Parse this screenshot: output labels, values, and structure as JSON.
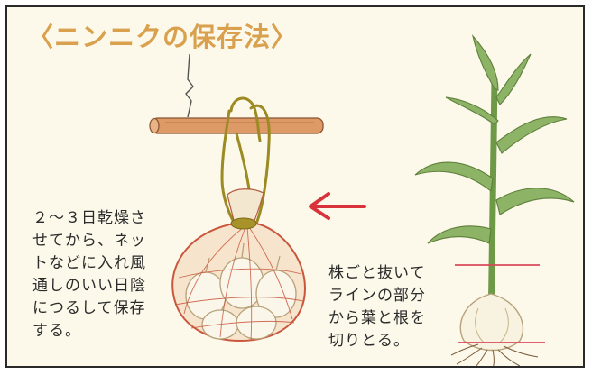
{
  "title": "〈ニンニクの保存法〉",
  "left_note": {
    "lines": [
      "２～３日乾燥さ",
      "せてから、ネッ",
      "トなどに入れ風",
      "通しのいい日陰",
      "につるして保存",
      "する。"
    ]
  },
  "right_note": {
    "lines": [
      "株ごと抜いて",
      "ラインの部分",
      "から葉と根を",
      "切りとる。"
    ]
  },
  "colors": {
    "title": "#d9a04e",
    "arrow": "#d8333a",
    "cut_line": "#d94a5a",
    "leaf": "#6e9a48",
    "pole": "#d99462",
    "string": "#9c8a22",
    "net": "#c9573d"
  },
  "icons": [
    "red-arrow",
    "garlic-plant",
    "hanging-net-bag",
    "wooden-pole"
  ]
}
